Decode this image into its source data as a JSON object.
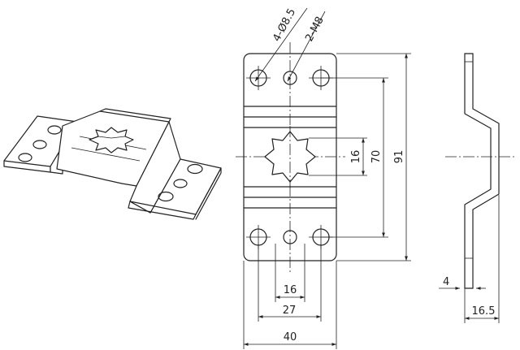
{
  "dimensions": {
    "holes_large": "4-Ø8.5",
    "holes_thread": "2-M8",
    "star_width": "16",
    "hole_spacing_vertical": "70",
    "overall_length": "91",
    "center_spacing_small": "16",
    "center_spacing_large": "27",
    "overall_width": "40",
    "thickness": "4",
    "height": "16.5"
  }
}
